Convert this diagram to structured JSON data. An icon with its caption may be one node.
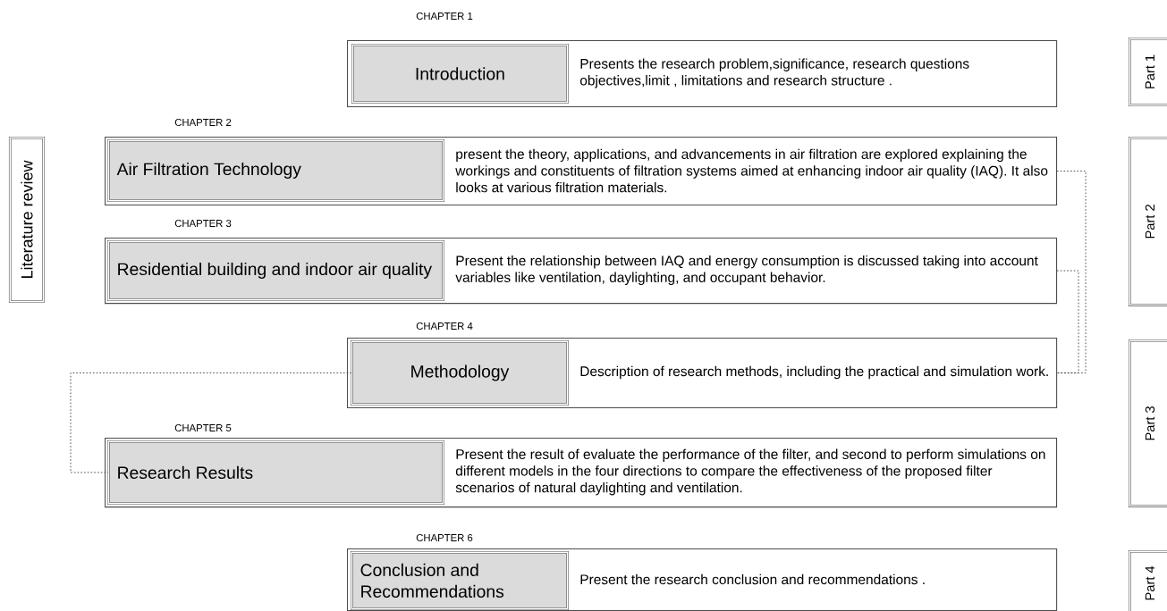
{
  "diagram": {
    "nodes": [
      {
        "text": [
          "Presents the  research problem,significance, research  questions objectives,limit , limitations and research structure ."
        ],
        "beside": [
          "CHAPTER 1"
        ]
      },
      {
        "text": [
          "Introduction"
        ],
        "in": 0
      },
      {
        "text": [
          "present the theory, applications, and advancements in air filtration are explored explaining the workings and constituents of filtration systems aimed at enhancing indoor air quality (IAQ). It also looks at various filtration materials."
        ],
        "beside": [
          "CHAPTER 2"
        ]
      },
      {
        "text": [
          "Air Filtration Technology"
        ],
        "in": 2
      },
      {
        "text": [
          "Present the relationship between IAQ and energy consumption is discussed taking into account variables like ventilation, daylighting, and occupant behavior."
        ],
        "beside": [
          "CHAPTER 3"
        ]
      },
      {
        "text": [
          "Residential building and indoor air quality"
        ],
        "in": 4
      },
      {
        "text": [
          "Description of research methods, including  the practical and simulation work."
        ],
        "beside": [
          "CHAPTER 4"
        ]
      },
      {
        "text": [
          "Methodology"
        ],
        "in": 6
      },
      {
        "text": [
          "Present the result of evaluate the performance of the filter, and second to perform simulations on different models in the four directions to compare the effectiveness of the proposed filter scenarios of natural daylighting and ventilation."
        ],
        "beside": [
          "CHAPTER 5"
        ]
      },
      {
        "text": [
          "Research Results"
        ],
        "in": 8
      },
      {
        "text": [
          "Present the research conclusion and recommendations ."
        ],
        "beside": [
          "CHAPTER 6"
        ]
      },
      {
        "text": [
          "Conclusion and Recommendations"
        ],
        "in": 10
      },
      {
        "text": [
          "Literature review"
        ]
      },
      {
        "text": [
          "Part 1"
        ]
      },
      {
        "text": [
          "Part 2"
        ]
      },
      {
        "text": [
          "Part 3"
        ]
      },
      {
        "text": [
          "Part 4"
        ]
      }
    ],
    "edges": [
      {
        "from": 2,
        "to": 6,
        "arrow": "none",
        "style": "dashed"
      },
      {
        "from": 4,
        "to": 6,
        "arrow": "none",
        "style": "dashed"
      },
      {
        "from": 7,
        "to": 9,
        "arrow": "none",
        "style": "dashed"
      }
    ]
  }
}
